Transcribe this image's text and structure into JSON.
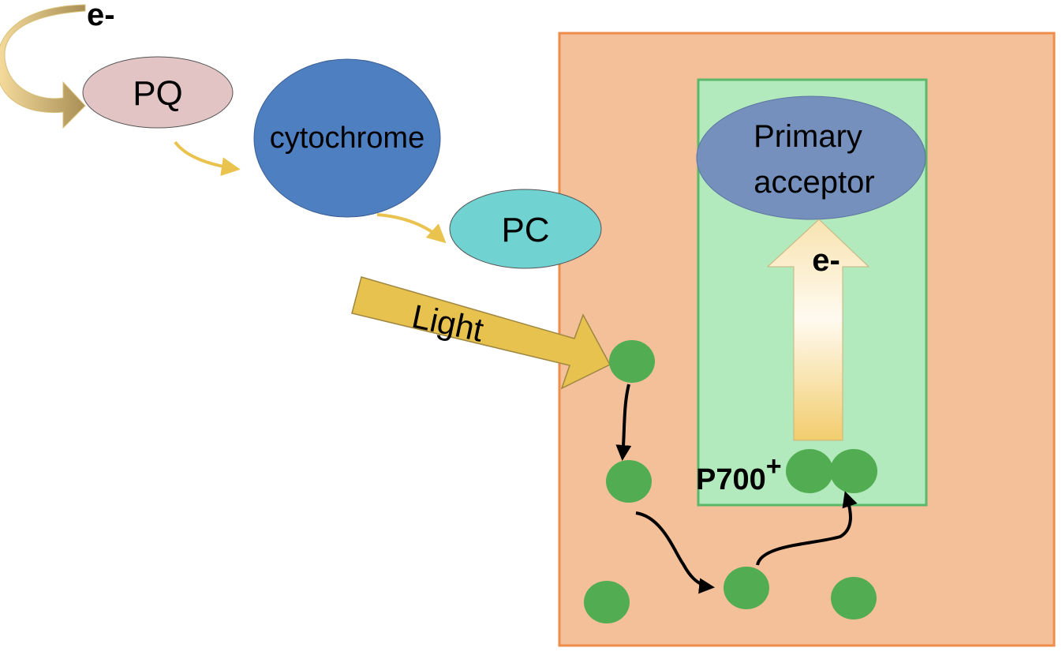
{
  "labels": {
    "e_top": "e-",
    "pq": "PQ",
    "cytochrome": "cytochrome",
    "pc": "PC",
    "light": "Light",
    "primary_acceptor_line1": "Primary",
    "primary_acceptor_line2": "acceptor",
    "e_up": "e-",
    "p700": "P700",
    "p700_charge": "+"
  },
  "colors": {
    "photosystem_fill": "#f4c09a",
    "photosystem_border": "#ee8c4a",
    "reaction_center_fill": "#b2e9bd",
    "reaction_center_border": "#5bb86b",
    "pq_fill": "#e3c4c4",
    "cytochrome_fill": "#4e7fc0",
    "pc_fill": "#71d2d2",
    "primary_acceptor_fill": "#7590bd",
    "light_arrow_fill": "#e8c24f",
    "pigment_fill": "#52ad52",
    "flow_arrow": "#eac24e",
    "energy_arrow": "#000000"
  }
}
